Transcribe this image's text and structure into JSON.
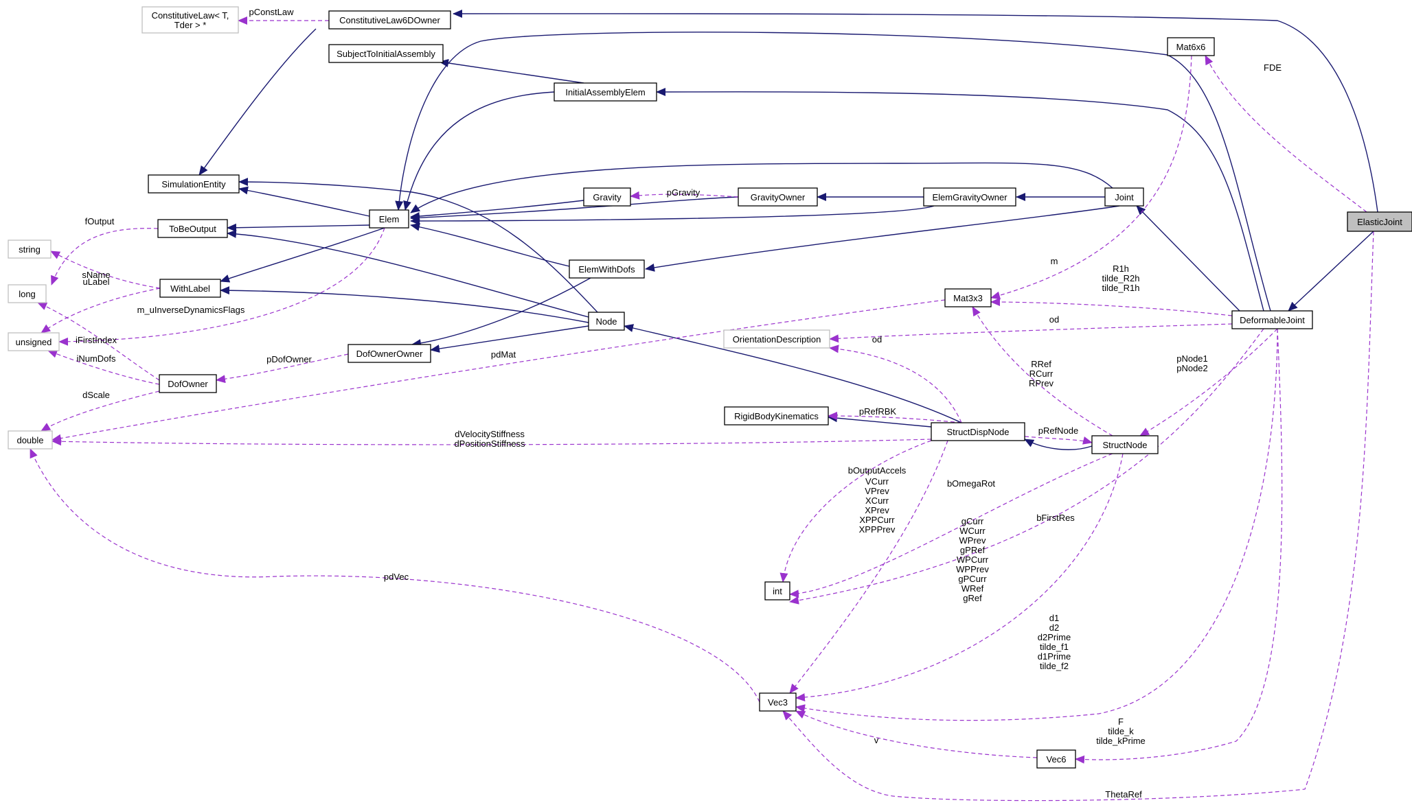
{
  "diagram": {
    "colors": {
      "inheritance": "#191970",
      "usage": "#9a32cd",
      "node_border": "#000000",
      "external_border": "#bfbfbf",
      "highlight_fill": "#bfbfbf"
    },
    "nodes": [
      {
        "id": "ElasticJoint",
        "label": "ElasticJoint",
        "kind": "highlight"
      },
      {
        "id": "ConstitutiveLawT",
        "label": "ConstitutiveLaw< T,\nTder > *",
        "kind": "external"
      },
      {
        "id": "ConstitutiveLaw6DOwner",
        "label": "ConstitutiveLaw6DOwner",
        "kind": "class"
      },
      {
        "id": "SubjectToInitialAssembly",
        "label": "SubjectToInitialAssembly",
        "kind": "class"
      },
      {
        "id": "InitialAssemblyElem",
        "label": "InitialAssemblyElem",
        "kind": "class"
      },
      {
        "id": "Mat6x6",
        "label": "Mat6x6",
        "kind": "class"
      },
      {
        "id": "SimulationEntity",
        "label": "SimulationEntity",
        "kind": "class"
      },
      {
        "id": "ToBeOutput",
        "label": "ToBeOutput",
        "kind": "class"
      },
      {
        "id": "Elem",
        "label": "Elem",
        "kind": "class"
      },
      {
        "id": "Gravity",
        "label": "Gravity",
        "kind": "class"
      },
      {
        "id": "GravityOwner",
        "label": "GravityOwner",
        "kind": "class"
      },
      {
        "id": "ElemGravityOwner",
        "label": "ElemGravityOwner",
        "kind": "class"
      },
      {
        "id": "Joint",
        "label": "Joint",
        "kind": "class"
      },
      {
        "id": "string",
        "label": "string",
        "kind": "external"
      },
      {
        "id": "long",
        "label": "long",
        "kind": "external"
      },
      {
        "id": "WithLabel",
        "label": "WithLabel",
        "kind": "class"
      },
      {
        "id": "ElemWithDofs",
        "label": "ElemWithDofs",
        "kind": "class"
      },
      {
        "id": "Mat3x3",
        "label": "Mat3x3",
        "kind": "class"
      },
      {
        "id": "DeformableJoint",
        "label": "DeformableJoint",
        "kind": "class"
      },
      {
        "id": "unsigned",
        "label": "unsigned",
        "kind": "external"
      },
      {
        "id": "Node",
        "label": "Node",
        "kind": "class"
      },
      {
        "id": "OrientationDescription",
        "label": "OrientationDescription",
        "kind": "external"
      },
      {
        "id": "DofOwnerOwner",
        "label": "DofOwnerOwner",
        "kind": "class"
      },
      {
        "id": "DofOwner",
        "label": "DofOwner",
        "kind": "class"
      },
      {
        "id": "RigidBodyKinematics",
        "label": "RigidBodyKinematics",
        "kind": "class"
      },
      {
        "id": "StructDispNode",
        "label": "StructDispNode",
        "kind": "class"
      },
      {
        "id": "StructNode",
        "label": "StructNode",
        "kind": "class"
      },
      {
        "id": "double",
        "label": "double",
        "kind": "external"
      },
      {
        "id": "int",
        "label": "int",
        "kind": "class"
      },
      {
        "id": "Vec3",
        "label": "Vec3",
        "kind": "class"
      },
      {
        "id": "Vec6",
        "label": "Vec6",
        "kind": "class"
      }
    ],
    "inheritance_edges": [
      {
        "from": "ElasticJoint",
        "to": "ConstitutiveLaw6DOwner"
      },
      {
        "from": "ElasticJoint",
        "to": "DeformableJoint"
      },
      {
        "from": "DeformableJoint",
        "to": "Elem"
      },
      {
        "from": "DeformableJoint",
        "to": "InitialAssemblyElem"
      },
      {
        "from": "DeformableJoint",
        "to": "Joint"
      },
      {
        "from": "InitialAssemblyElem",
        "to": "SubjectToInitialAssembly"
      },
      {
        "from": "InitialAssemblyElem",
        "to": "Elem"
      },
      {
        "from": "ConstitutiveLaw6DOwner",
        "to": "SimulationEntity"
      },
      {
        "from": "Joint",
        "to": "Elem"
      },
      {
        "from": "Joint",
        "to": "ElemGravityOwner"
      },
      {
        "from": "Joint",
        "to": "ElemWithDofs"
      },
      {
        "from": "ElemGravityOwner",
        "to": "GravityOwner"
      },
      {
        "from": "ElemGravityOwner",
        "to": "Elem"
      },
      {
        "from": "GravityOwner",
        "to": "Elem"
      },
      {
        "from": "Gravity",
        "to": "Elem"
      },
      {
        "from": "ElemWithDofs",
        "to": "Elem"
      },
      {
        "from": "ElemWithDofs",
        "to": "DofOwnerOwner"
      },
      {
        "from": "Elem",
        "to": "SimulationEntity"
      },
      {
        "from": "Elem",
        "to": "ToBeOutput"
      },
      {
        "from": "Elem",
        "to": "WithLabel"
      },
      {
        "from": "Node",
        "to": "SimulationEntity"
      },
      {
        "from": "Node",
        "to": "ToBeOutput"
      },
      {
        "from": "Node",
        "to": "WithLabel"
      },
      {
        "from": "Node",
        "to": "DofOwnerOwner"
      },
      {
        "from": "StructDispNode",
        "to": "Node"
      },
      {
        "from": "StructDispNode",
        "to": "RigidBodyKinematics"
      },
      {
        "from": "StructNode",
        "to": "StructDispNode"
      }
    ],
    "usage_edges": [
      {
        "label": "pConstLaw",
        "from": "ConstitutiveLaw6DOwner",
        "to": "ConstitutiveLawT"
      },
      {
        "label": "FDE",
        "from": "ElasticJoint",
        "to": "Mat6x6"
      },
      {
        "label": "pGravity",
        "from": "GravityOwner",
        "to": "Gravity"
      },
      {
        "label": "fOutput",
        "from": "ToBeOutput",
        "to": "long"
      },
      {
        "label": "sName",
        "from": "WithLabel",
        "to": "string"
      },
      {
        "label": "uLabel",
        "from": "WithLabel",
        "to": "unsigned"
      },
      {
        "label": "m",
        "from": "Mat6x6",
        "to": "Mat3x3"
      },
      {
        "label": "R1h\ntilde_R2h\ntilde_R1h",
        "from": "DeformableJoint",
        "to": "Mat3x3"
      },
      {
        "label": "od",
        "from": "DeformableJoint",
        "to": "OrientationDescription"
      },
      {
        "label": "iFirstIndex",
        "from": "DofOwner",
        "to": "long"
      },
      {
        "label": "m_uInverseDynamicsFlags",
        "from": "Elem",
        "to": "unsigned"
      },
      {
        "label": "iNumDofs",
        "from": "DofOwner",
        "to": "unsigned"
      },
      {
        "label": "pDofOwner",
        "from": "DofOwnerOwner",
        "to": "DofOwner"
      },
      {
        "label": "pdMat",
        "from": "Mat3x3",
        "to": "double"
      },
      {
        "label": "od",
        "from": "StructDispNode",
        "to": "OrientationDescription"
      },
      {
        "label": "RRef\nRCurr\nRPrev",
        "from": "StructNode",
        "to": "Mat3x3"
      },
      {
        "label": "pNode1\npNode2",
        "from": "DeformableJoint",
        "to": "StructNode"
      },
      {
        "label": "dScale",
        "from": "DofOwner",
        "to": "double"
      },
      {
        "label": "pRefRBK",
        "from": "StructDispNode",
        "to": "RigidBodyKinematics"
      },
      {
        "label": "pRefNode",
        "from": "StructDispNode",
        "to": "StructNode"
      },
      {
        "label": "dVelocityStiffness\ndPositionStiffness",
        "from": "StructDispNode",
        "to": "double"
      },
      {
        "label": "bOutputAccels",
        "from": "StructDispNode",
        "to": "int"
      },
      {
        "label": "bOmegaRot",
        "from": "StructNode",
        "to": "int"
      },
      {
        "label": "VCurr\nVPrev\nXCurr\nXPrev\nXPPCurr\nXPPPrev",
        "from": "StructDispNode",
        "to": "Vec3"
      },
      {
        "label": "bFirstRes",
        "from": "DeformableJoint",
        "to": "int"
      },
      {
        "label": "pdVec",
        "from": "Vec3",
        "to": "double"
      },
      {
        "label": "gCurr\nWCurr\nWPrev\ngPRef\nWPCurr\nWPPrev\ngPCurr\nWRef\ngRef",
        "from": "StructNode",
        "to": "Vec3"
      },
      {
        "label": "d1\nd2\nd2Prime\ntilde_f1\nd1Prime\ntilde_f2",
        "from": "DeformableJoint",
        "to": "Vec3"
      },
      {
        "label": "v",
        "from": "Vec6",
        "to": "Vec3"
      },
      {
        "label": "F\ntilde_k\ntilde_kPrime",
        "from": "DeformableJoint",
        "to": "Vec6"
      },
      {
        "label": "ThetaRef",
        "from": "ElasticJoint",
        "to": "Vec3"
      }
    ]
  }
}
